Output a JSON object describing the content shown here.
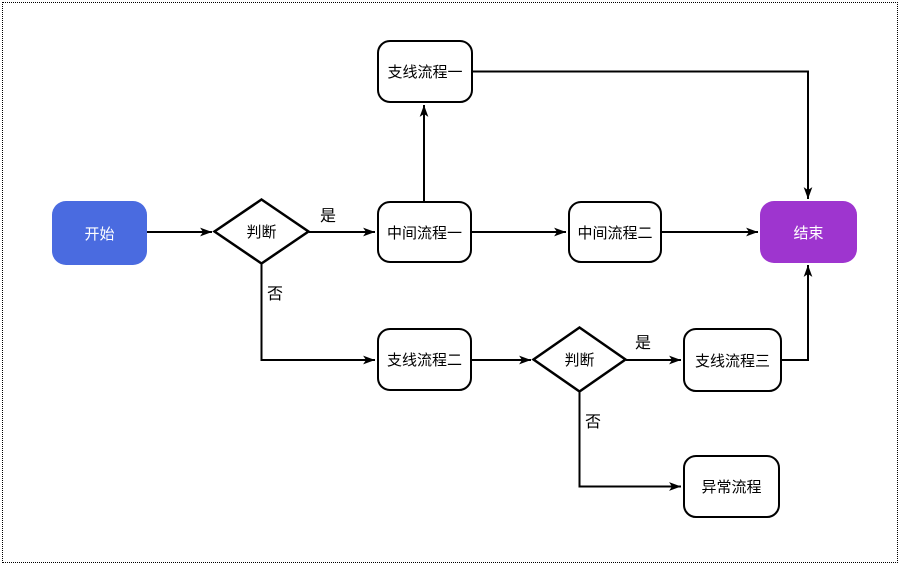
{
  "diagram": {
    "type": "flowchart",
    "background_color": "#ffffff",
    "line_color": "#000000",
    "nodes": {
      "start": {
        "label": "开始",
        "type": "start",
        "fill": "#4a6be0",
        "text_color": "#ffffff"
      },
      "decision1": {
        "label": "判断",
        "type": "decision",
        "fill": "#ffffff"
      },
      "branch1": {
        "label": "支线流程一",
        "type": "process",
        "fill": "#ffffff"
      },
      "mid1": {
        "label": "中间流程一",
        "type": "process",
        "fill": "#ffffff"
      },
      "mid2": {
        "label": "中间流程二",
        "type": "process",
        "fill": "#ffffff"
      },
      "end": {
        "label": "结束",
        "type": "end",
        "fill": "#9e35cf",
        "text_color": "#ffffff"
      },
      "branch2": {
        "label": "支线流程二",
        "type": "process",
        "fill": "#ffffff"
      },
      "decision2": {
        "label": "判断",
        "type": "decision",
        "fill": "#ffffff"
      },
      "branch3": {
        "label": "支线流程三",
        "type": "process",
        "fill": "#ffffff"
      },
      "exception": {
        "label": "异常流程",
        "type": "process",
        "fill": "#ffffff"
      }
    },
    "edges": [
      {
        "from": "start",
        "to": "decision1",
        "label": ""
      },
      {
        "from": "decision1",
        "to": "mid1",
        "label": "是"
      },
      {
        "from": "decision1",
        "to": "branch2",
        "label": "否"
      },
      {
        "from": "mid1",
        "to": "branch1",
        "label": ""
      },
      {
        "from": "branch1",
        "to": "end",
        "label": ""
      },
      {
        "from": "mid1",
        "to": "mid2",
        "label": ""
      },
      {
        "from": "mid2",
        "to": "end",
        "label": ""
      },
      {
        "from": "branch2",
        "to": "decision2",
        "label": ""
      },
      {
        "from": "decision2",
        "to": "branch3",
        "label": "是"
      },
      {
        "from": "branch3",
        "to": "end",
        "label": ""
      },
      {
        "from": "decision2",
        "to": "exception",
        "label": "否"
      }
    ]
  }
}
